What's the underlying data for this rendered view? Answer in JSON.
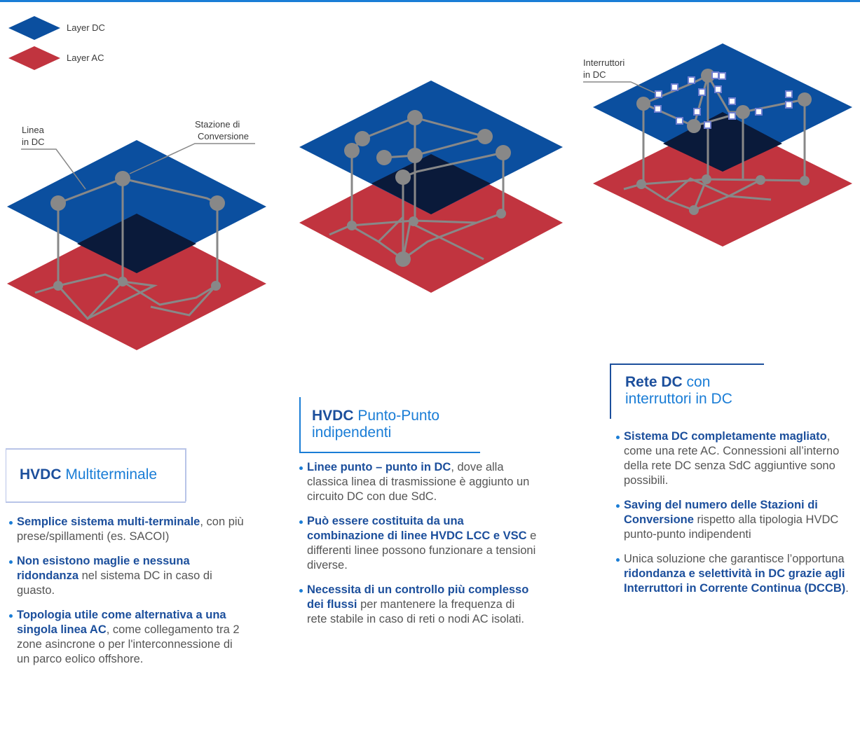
{
  "legend": [
    {
      "label": "Layer DC",
      "color": "#0b4f9f"
    },
    {
      "label": "Layer AC",
      "color": "#c1343f"
    }
  ],
  "colors": {
    "dc": "#0b4f9f",
    "ac": "#c1343f",
    "overlap": "#0a1a3a",
    "node": "#888888",
    "accent": "#1a7dd6",
    "dark_accent": "#1c4f9c"
  },
  "callouts": {
    "linea": [
      "Linea",
      "in DC"
    ],
    "stazione": [
      "Stazione di",
      "Conversione"
    ],
    "interruttori": [
      "Interruttori",
      "in DC"
    ]
  },
  "panels": [
    {
      "title_bold": "HVDC",
      "title_rest": " Multiterminale",
      "bullets": [
        {
          "hl": "Semplice sistema multi-terminale",
          "text": ", con più prese/spillamenti (es. SACOI)"
        },
        {
          "hl": "Non esistono maglie e nessuna ridondanza",
          "text": " nel sistema DC in caso di guasto."
        },
        {
          "hl": "Topologia utile come alternativa a una singola linea AC",
          "text": ", come collegamento tra 2 zone asincrone o per l'interconnessione di un parco eolico offshore."
        }
      ]
    },
    {
      "title_bold": "HVDC",
      "title_rest": " Punto-Punto indipendenti",
      "bullets": [
        {
          "hl": "Linee punto – punto in DC",
          "text": ", dove alla classica linea di trasmissione è aggiunto un circuito DC con due SdC."
        },
        {
          "hl": "Può essere costituita da una combinazione di linee HVDC LCC e VSC",
          "text": " e differenti linee possono funzionare a tensioni diverse."
        },
        {
          "hl": "Necessita di un controllo più complesso dei flussi",
          "text": " per mantenere la frequenza di rete stabile in caso di reti o nodi AC isolati."
        }
      ]
    },
    {
      "title_bold": "Rete DC",
      "title_rest": " con interruttori in DC",
      "bullets": [
        {
          "hl": "Sistema DC completamente magliato",
          "text": ", come una rete AC. Connessioni all’interno della rete DC senza SdC aggiuntive sono possibili."
        },
        {
          "hl": "Saving del numero delle Stazioni di Conversione",
          "text": " rispetto alla tipologia HVDC punto-punto indipendenti"
        },
        {
          "pre": "Unica soluzione che garantisce l’opportuna ",
          "hl": "ridondanza e selettività in DC grazie agli Interruttori in Corrente Continua (DCCB)",
          "text": "."
        }
      ]
    }
  ]
}
